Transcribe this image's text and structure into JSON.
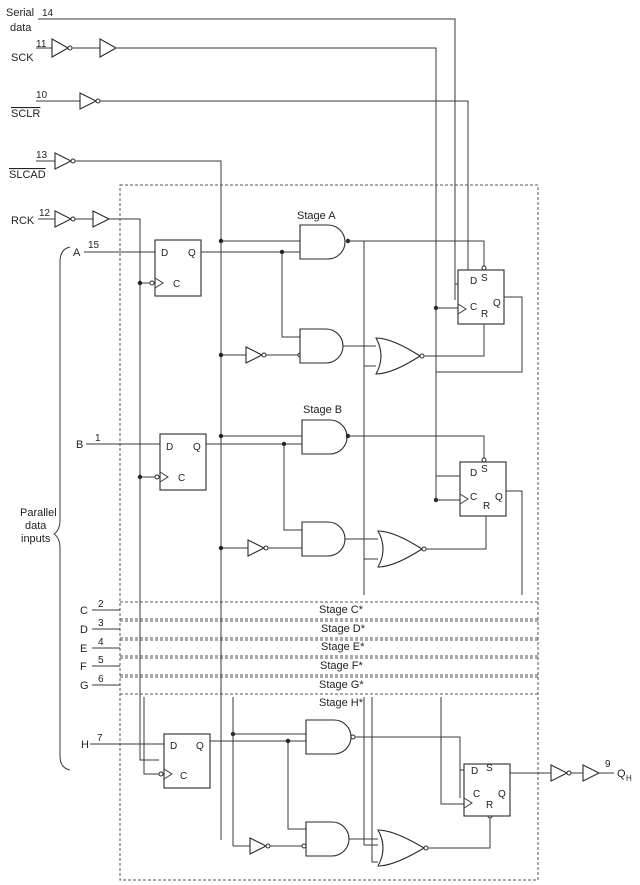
{
  "pins": {
    "serial_data": {
      "line1": "Serial",
      "line2": "data",
      "num": "14"
    },
    "sck": {
      "name": "SCK",
      "num": "11"
    },
    "sclr": {
      "name": "SCLR",
      "num": "10"
    },
    "slcad": {
      "name": "SLCAD",
      "num": "13"
    },
    "rck": {
      "name": "RCK",
      "num": "12"
    },
    "a": {
      "name": "A",
      "num": "15"
    },
    "b": {
      "name": "B",
      "num": "1"
    },
    "c": {
      "name": "C",
      "num": "2"
    },
    "d": {
      "name": "D",
      "num": "3"
    },
    "e": {
      "name": "E",
      "num": "4"
    },
    "f": {
      "name": "F",
      "num": "5"
    },
    "g": {
      "name": "G",
      "num": "6"
    },
    "h": {
      "name": "H",
      "num": "7"
    },
    "qh": {
      "name": "Q",
      "sub": "H",
      "num": "9"
    }
  },
  "parallel_label": {
    "line1": "Parallel",
    "line2": "data",
    "line3": "inputs"
  },
  "stages": {
    "a": "Stage A",
    "b": "Stage B",
    "c": "Stage C*",
    "d": "Stage D*",
    "e": "Stage E*",
    "f": "Stage F*",
    "g": "Stage G*",
    "h": "Stage H*"
  },
  "ff_labels": {
    "d": "D",
    "q": "Q",
    "c": "C",
    "s": "S",
    "r": "R"
  }
}
